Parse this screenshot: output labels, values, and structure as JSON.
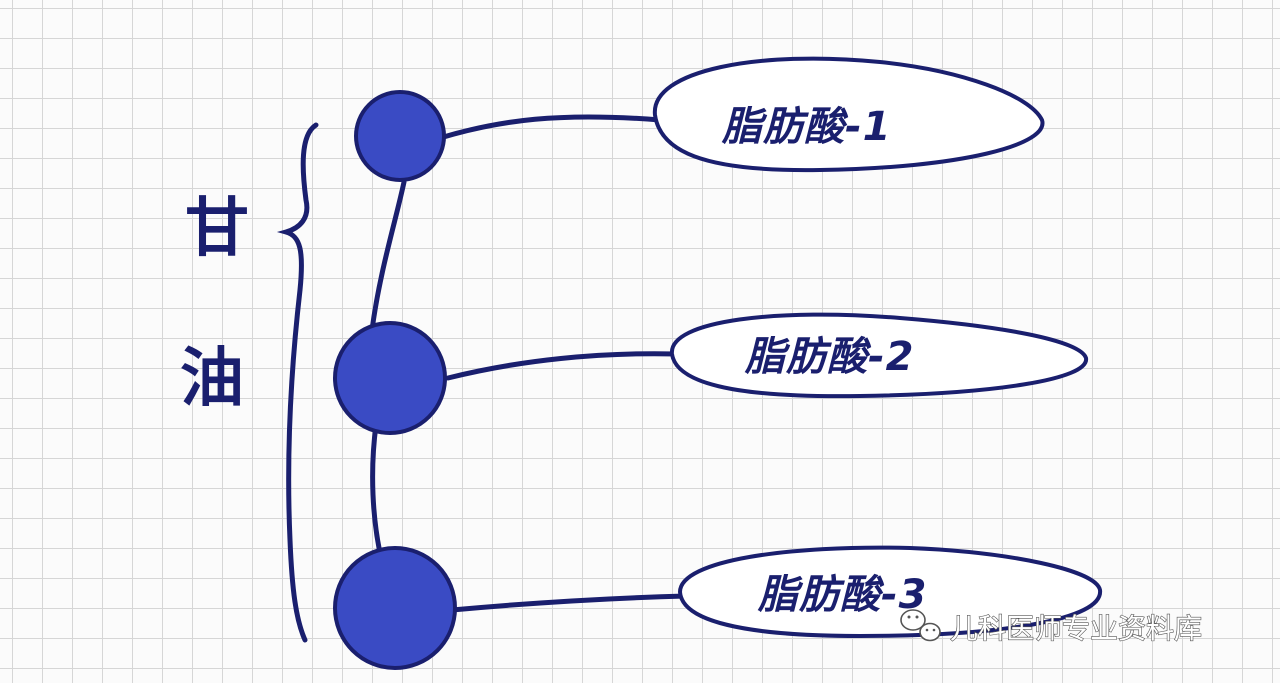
{
  "glycerol_label": [
    "甘",
    "油"
  ],
  "fatty_acids": [
    {
      "label": "脂肪酸-1"
    },
    {
      "label": "脂肪酸-2"
    },
    {
      "label": "脂肪酸-3"
    }
  ],
  "watermark": {
    "icon": "wechat-icon",
    "text": "儿科医师专业资料库"
  },
  "colors": {
    "ink": "#1a1f6e",
    "node_fill": "#3a4bc4",
    "grid": "#d6d6d6"
  }
}
